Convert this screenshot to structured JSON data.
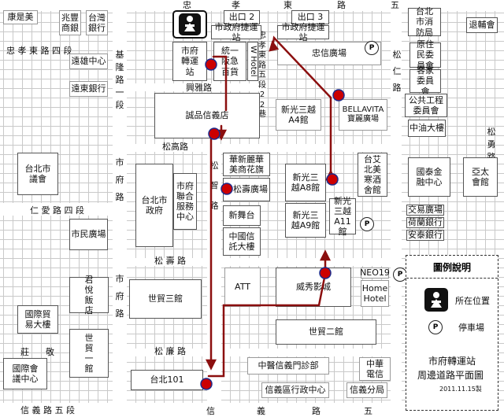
{
  "roads": {
    "zhongxiao_top": [
      "忠",
      "孝",
      "東",
      "路",
      "五"
    ],
    "zhongxiao_left": "忠 孝 東 路 四 段",
    "jilong_top": "基隆路一段",
    "renai": "仁 愛 路 四 段",
    "xinyi_bottom_left": "信 義 路 五 段",
    "xinyi_bottom": [
      "信",
      "義",
      "路",
      "五"
    ],
    "zhuang_jing": [
      "莊",
      "敬"
    ],
    "songren": "松仁路",
    "songyong": "松勇路",
    "xingya": "興雅路",
    "songgao": "松高路",
    "songshou": "松 壽 路",
    "songlian": "松 廉 路",
    "songzhi": "松智路",
    "shifu_a": "市府路",
    "shifu_b": "市府路",
    "zhongxiao_lane": "忠孝東路五段22巷"
  },
  "blocks": {
    "kangshimei": "康是美",
    "zhaofeng": "兆豐商銀",
    "taiwan_bank": "台灣銀行",
    "yuanyang": "遠雄中心",
    "far_east_bank": "遠東銀行",
    "cityhall_station": "市府轉運站",
    "uni_hankyu": "統一阪急百貨",
    "w_hotel": "W Hotel",
    "exit2": "出口 2",
    "exit3": "出口 3",
    "mrt_a": "市政府捷運站",
    "mrt_b": "市政府捷運站",
    "zhongxin": "忠信廣場",
    "fire_dept": "台北市消防局",
    "tuifu": "退輔會",
    "yuanzhumin": "原住民委員會",
    "kejia": "客家委員會",
    "public_works": "公共工程委員會",
    "cnpc": "中油大樓",
    "eslite": "誠品信義店",
    "shinkong_a4": "新光三越A4館",
    "bellavita": "BELLAVITA寶麗廣場",
    "city_council": "台北市議會",
    "taipei_city_gov": "台北市政府",
    "service_center": "市府聯合服務中心",
    "huaxin": "華新麗華美商花旗",
    "songshou_plaza": "松壽廣場",
    "xinwutai": "新舞台",
    "chinatrust": "中國信託大樓",
    "shinkong_a8": "新光三越A8館",
    "shinkong_a9": "新光三越A9館",
    "shinkong_a11": "新光三越A11館",
    "eslite_hotel": "台艾北美寒酒舍館",
    "cathay": "國泰金融中心",
    "asia_hall": "亞太會館",
    "twse": "交易廣場",
    "hengsheng": "荷蘭銀行",
    "anhong": "安泰銀行",
    "citizen_plaza": "市民廣場",
    "att": "ATT",
    "vieshow": "威秀影城",
    "neo19": "NEO19",
    "home_hotel": "Home Hotel",
    "wtc1": "世貿三館",
    "wtc2": "世貿二館",
    "grand_hyatt": "君悅飯店",
    "world_trade": "國際貿易大樓",
    "wtc_one": "世貿一館",
    "ticc": "國際會議中心",
    "taipei101": "台北101",
    "medical": "中醫信義門診部",
    "xinyi_admin": "信義區行政中心",
    "telecom": "中華電信",
    "telecom_branch": "信義分局"
  },
  "legend": {
    "title": "圖例說明",
    "location_label": "所在位置",
    "parking_label": "停車場",
    "map_title_1": "市府轉運站",
    "map_title_2": "周邊道路平面圖",
    "date": "2011.11.15製"
  },
  "parking_symbol": "P",
  "colors": {
    "route": "#8b0f0f",
    "stop": "#cc0000",
    "stop_ring": "#1e2a8a"
  }
}
